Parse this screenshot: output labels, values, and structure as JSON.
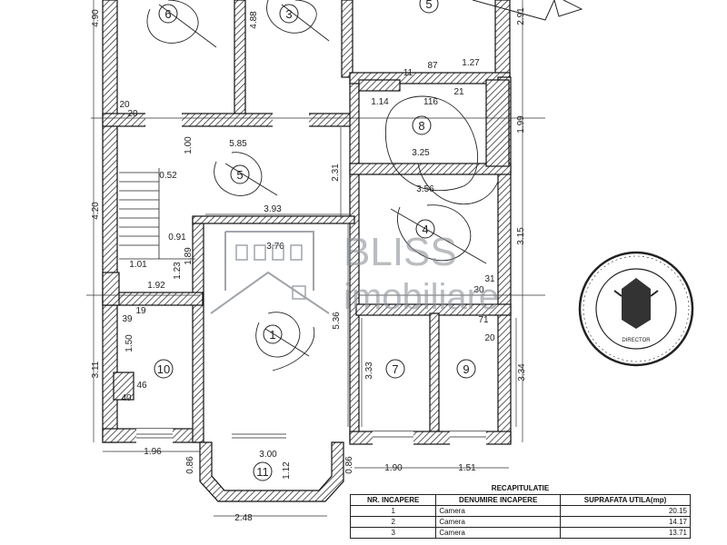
{
  "room_labels": [
    "6",
    "3",
    "5",
    "8",
    "5",
    "4",
    "1",
    "7",
    "9",
    "10",
    "11"
  ],
  "dimensions": {
    "d490": "4.90",
    "d488": "4.88",
    "d291": "2.91",
    "d420": "4.20",
    "d199": "1.99",
    "d315": "3.15",
    "d311": "3.11",
    "d536": "5.36",
    "d333": "3.33",
    "d334": "3.34",
    "d100": "1.00",
    "d231": "2.31",
    "d189": "1.89",
    "d123": "1.23",
    "d150": "1.50",
    "d086a": "0.86",
    "d112": "1.12",
    "d086b": "0.86",
    "d585": "5.85",
    "d393": "3.93",
    "d052": "0.52",
    "d091": "0.91",
    "d376": "3.76",
    "d101": "1.01",
    "d192": "1.92",
    "d196": "1.96",
    "d300": "3.00",
    "d248": "2.48",
    "d190": "1.90",
    "d151": "1.51",
    "d114": "1.14",
    "d116": "116",
    "d21": "21",
    "d325": "3.25",
    "d356": "3.56",
    "d87": "87",
    "d11": "11",
    "d127": "1.27",
    "d20a": "20",
    "d20b": "20",
    "d31": "31",
    "d30": "30",
    "d71": "71",
    "d20c": "20",
    "d19": "19",
    "d39": "39",
    "d46": "46",
    "d40": "40"
  },
  "watermark": {
    "brand": "BLISS",
    "sub": "imobiliare",
    "color": "#8a8f96"
  },
  "stamp": {
    "center_text": "DIRECTOR"
  },
  "recap": {
    "caption": "RECAPITULATIE",
    "headers": [
      "NR. INCAPERE",
      "DENUMIRE INCAPERE",
      "SUPRAFATA UTILA(mp)"
    ],
    "rows": [
      {
        "nr": "1",
        "name": "Camera",
        "area": "20.15"
      },
      {
        "nr": "2",
        "name": "Camera",
        "area": "14.17"
      },
      {
        "nr": "3",
        "name": "Camera",
        "area": "13.71"
      }
    ]
  }
}
